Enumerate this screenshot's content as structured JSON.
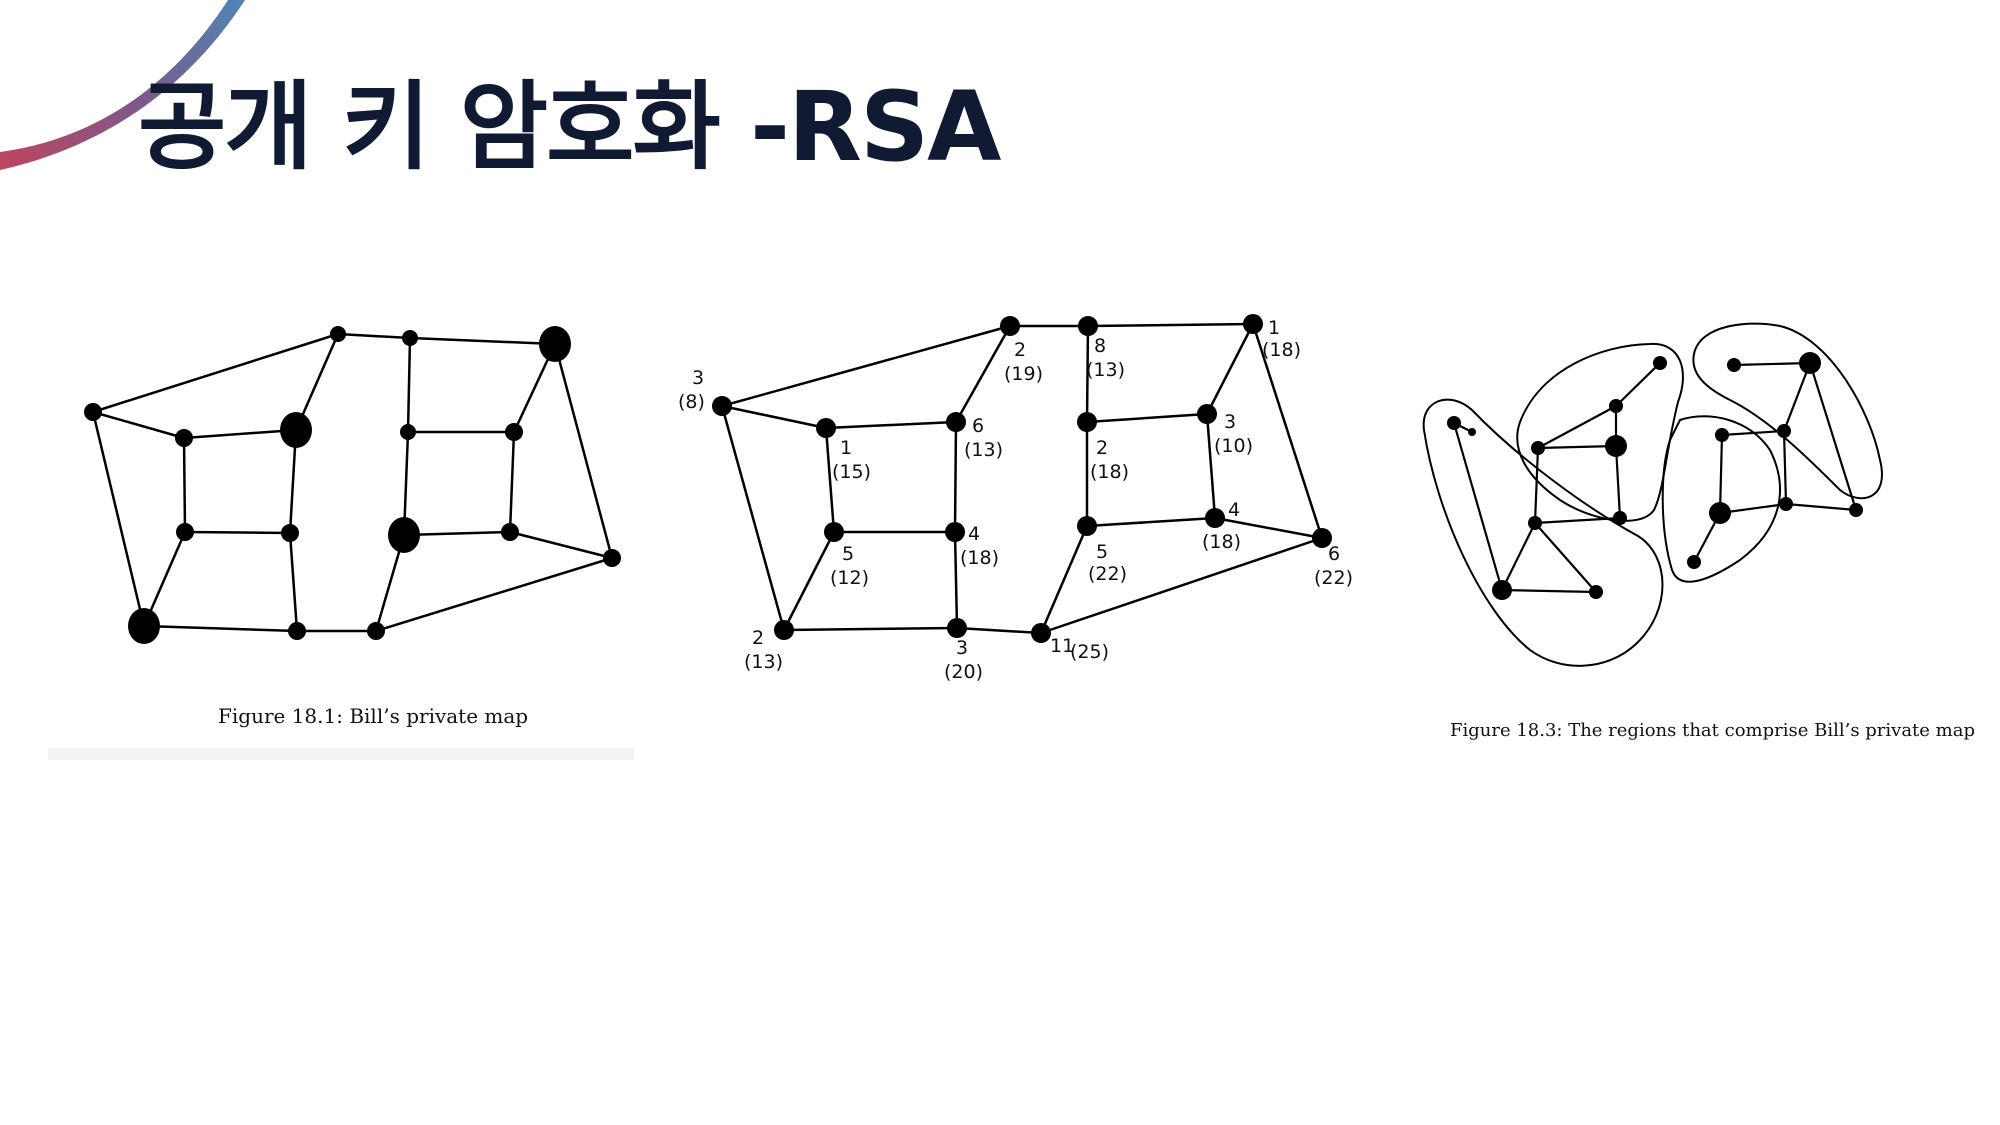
{
  "slide": {
    "title": "공개 키 암호화 -RSA",
    "accent_colors": [
      "#c0445c",
      "#7a5a8c",
      "#4f86b4"
    ]
  },
  "figure_1": {
    "caption": "Figure 18.1: Bill’s private map"
  },
  "figure_2": {
    "node_labels": [
      {
        "id": "a",
        "value": "3",
        "sub": "(8)"
      },
      {
        "id": "b",
        "value": "2",
        "sub": "(19)"
      },
      {
        "id": "c",
        "value": "8",
        "sub": "(13)"
      },
      {
        "id": "d",
        "value": "1",
        "sub": "(18)"
      },
      {
        "id": "e",
        "value": "1",
        "sub": "(15)"
      },
      {
        "id": "f",
        "value": "6",
        "sub": "(13)"
      },
      {
        "id": "g",
        "value": "2",
        "sub": "(18)"
      },
      {
        "id": "h",
        "value": "3",
        "sub": "(10)"
      },
      {
        "id": "i",
        "value": "5",
        "sub": "(12)"
      },
      {
        "id": "j",
        "value": "4",
        "sub": "(18)"
      },
      {
        "id": "k",
        "value": "5",
        "sub": "(22)"
      },
      {
        "id": "l",
        "value": "4",
        "sub": "(18)"
      },
      {
        "id": "m",
        "value": "6",
        "sub": "(22)"
      },
      {
        "id": "n",
        "value": "2",
        "sub": "(13)"
      },
      {
        "id": "o",
        "value": "3",
        "sub": "(20)"
      },
      {
        "id": "p",
        "value": "11",
        "sub": "(25)"
      }
    ]
  },
  "figure_3": {
    "caption": "Figure 18.3: The regions that comprise Bill’s private map"
  }
}
